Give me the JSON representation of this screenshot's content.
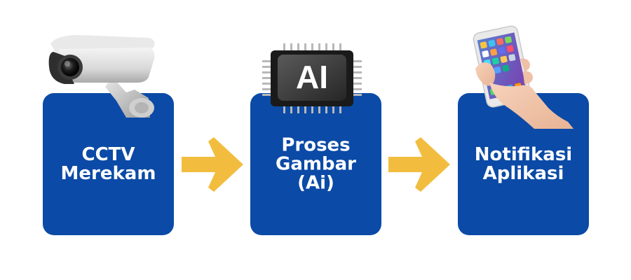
{
  "steps": [
    {
      "label": "CCTV\nMerekam",
      "icon": "cctv-camera-icon"
    },
    {
      "label": "Proses\nGambar\n(Ai)",
      "icon": "ai-chip-icon"
    },
    {
      "label": "Notifikasi\nAplikasi",
      "icon": "smartphone-in-hand-icon"
    }
  ],
  "chip_text": "AI",
  "colors": {
    "box": "#0b4aa6",
    "arrow": "#f2bd3f",
    "label": "#ffffff"
  }
}
